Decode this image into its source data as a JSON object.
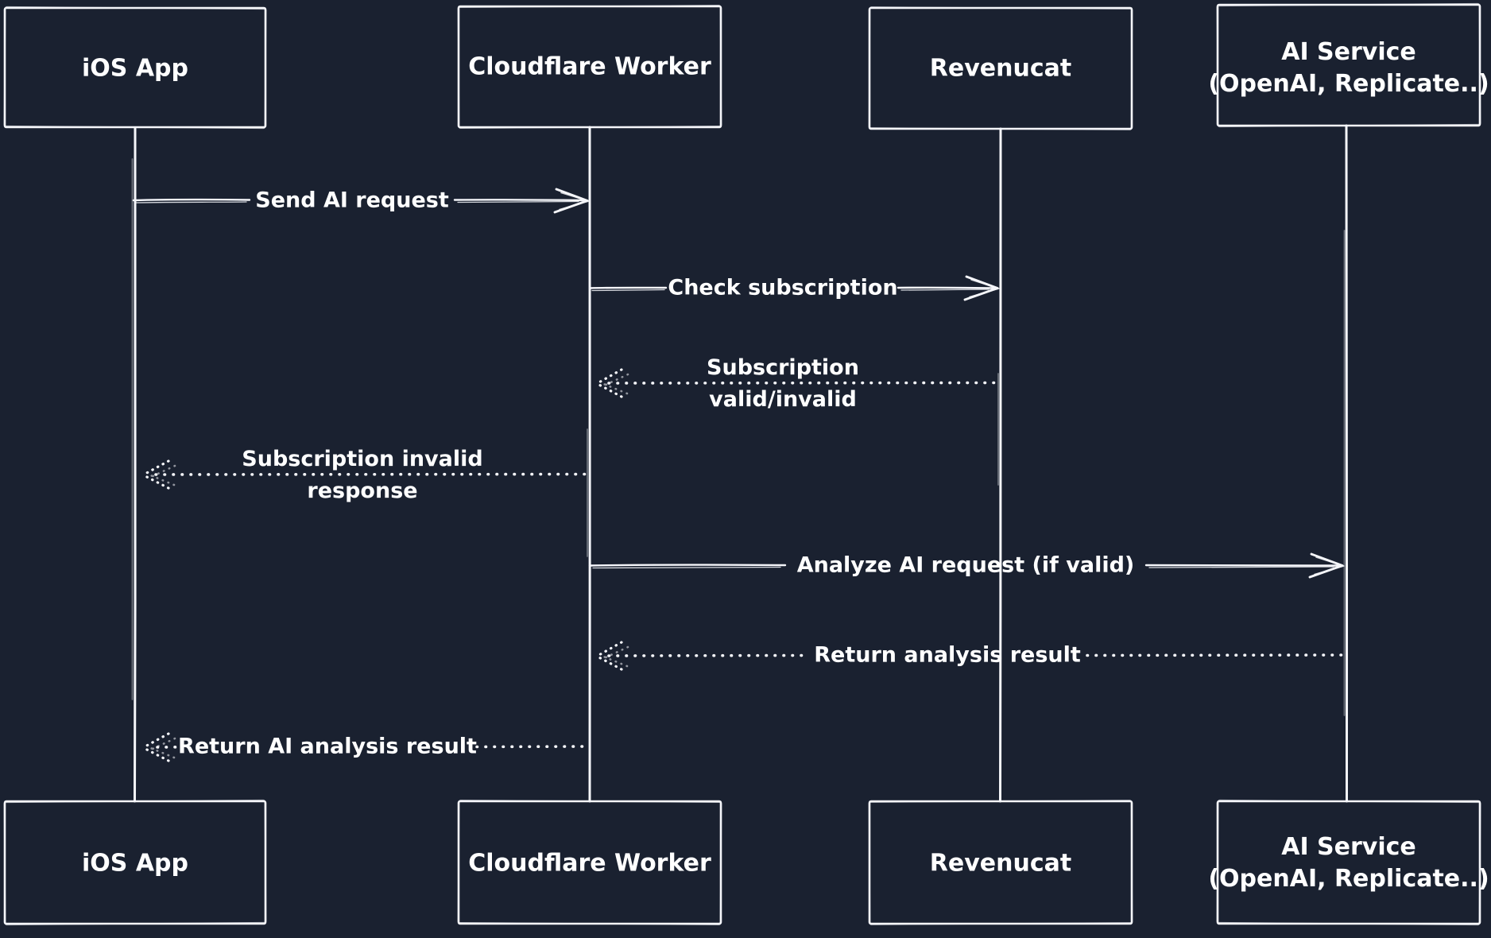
{
  "diagram": {
    "type": "sequence-diagram",
    "background": "#1a2130",
    "stroke_color": "#f5f6fa",
    "text_color": "#ffffff",
    "participants": [
      {
        "id": "ios-app",
        "label": "iOS App"
      },
      {
        "id": "cloudflare-worker",
        "label": "Cloudflare Worker"
      },
      {
        "id": "revenucat",
        "label": "Revenucat"
      },
      {
        "id": "ai-service",
        "label": "AI Service",
        "label2": "(OpenAI, Replicate..)"
      }
    ],
    "messages": [
      {
        "from": "ios-app",
        "to": "cloudflare-worker",
        "style": "solid",
        "label": "Send AI request"
      },
      {
        "from": "cloudflare-worker",
        "to": "revenucat",
        "style": "solid",
        "label": "Check subscription"
      },
      {
        "from": "revenucat",
        "to": "cloudflare-worker",
        "style": "dotted",
        "label": "Subscription",
        "label2": "valid/invalid"
      },
      {
        "from": "cloudflare-worker",
        "to": "ios-app",
        "style": "dotted",
        "label": "Subscription invalid",
        "label2": "response"
      },
      {
        "from": "cloudflare-worker",
        "to": "ai-service",
        "style": "solid",
        "label": "Analyze AI request (if valid)"
      },
      {
        "from": "ai-service",
        "to": "cloudflare-worker",
        "style": "dotted",
        "label": "Return analysis result"
      },
      {
        "from": "cloudflare-worker",
        "to": "ios-app",
        "style": "dotted",
        "label": "Return AI analysis result"
      }
    ]
  }
}
